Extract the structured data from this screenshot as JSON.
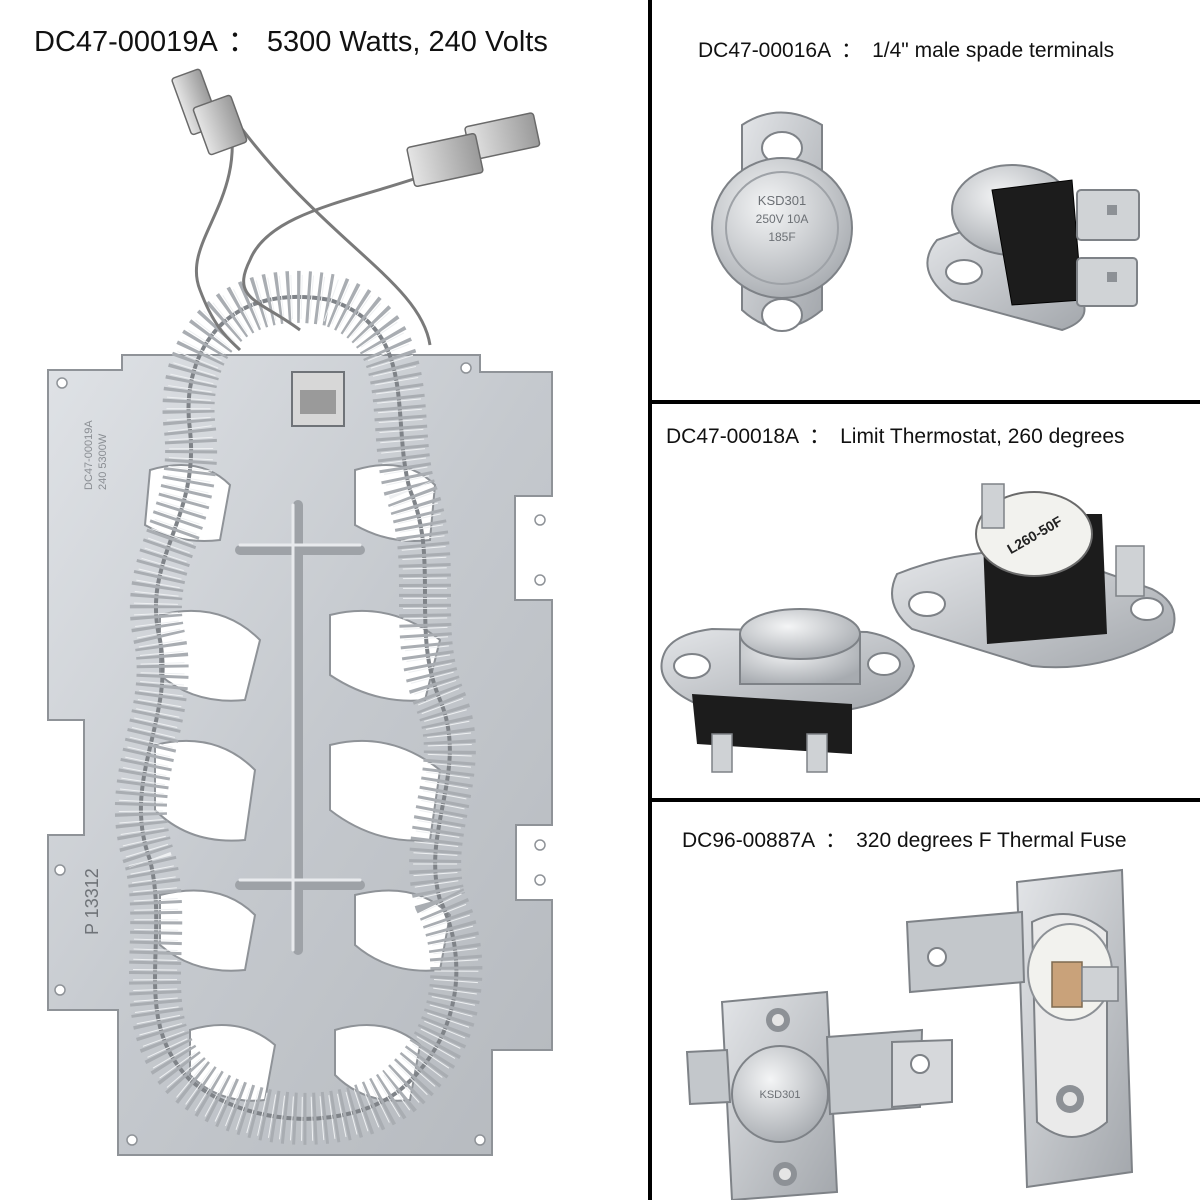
{
  "panels": {
    "heater": {
      "part_number": "DC47-00019A",
      "separator": "：",
      "description": "5300 Watts, 240 Volts",
      "stamp": "P 13312",
      "plate_marking_1": "DC47-00019A",
      "plate_marking_2": "240 5300W"
    },
    "thermostat_ksd": {
      "part_number": "DC47-00016A",
      "separator": "：",
      "description": "1/4\" male spade terminals",
      "label_line_1": "KSD301",
      "label_line_2": "250V 10A",
      "label_line_3": "185F"
    },
    "limit_thermostat": {
      "part_number": "DC47-00018A",
      "separator": "：",
      "description": "Limit Thermostat, 260 degrees",
      "label": "L260-50F"
    },
    "thermal_fuse": {
      "part_number": "DC96-00887A",
      "separator": "：",
      "description": "320 degrees F Thermal Fuse",
      "label": "KSD301"
    }
  },
  "colors": {
    "metal": "#c9ccd0",
    "metal_dark": "#8d9196",
    "plastic_black": "#1c1c1c",
    "ceramic": "#f2f2ee",
    "divider": "#000000"
  },
  "icons": [
    "heating-element-photo",
    "ksd301-thermostat-photo",
    "limit-thermostat-photo",
    "thermal-fuse-photo"
  ]
}
